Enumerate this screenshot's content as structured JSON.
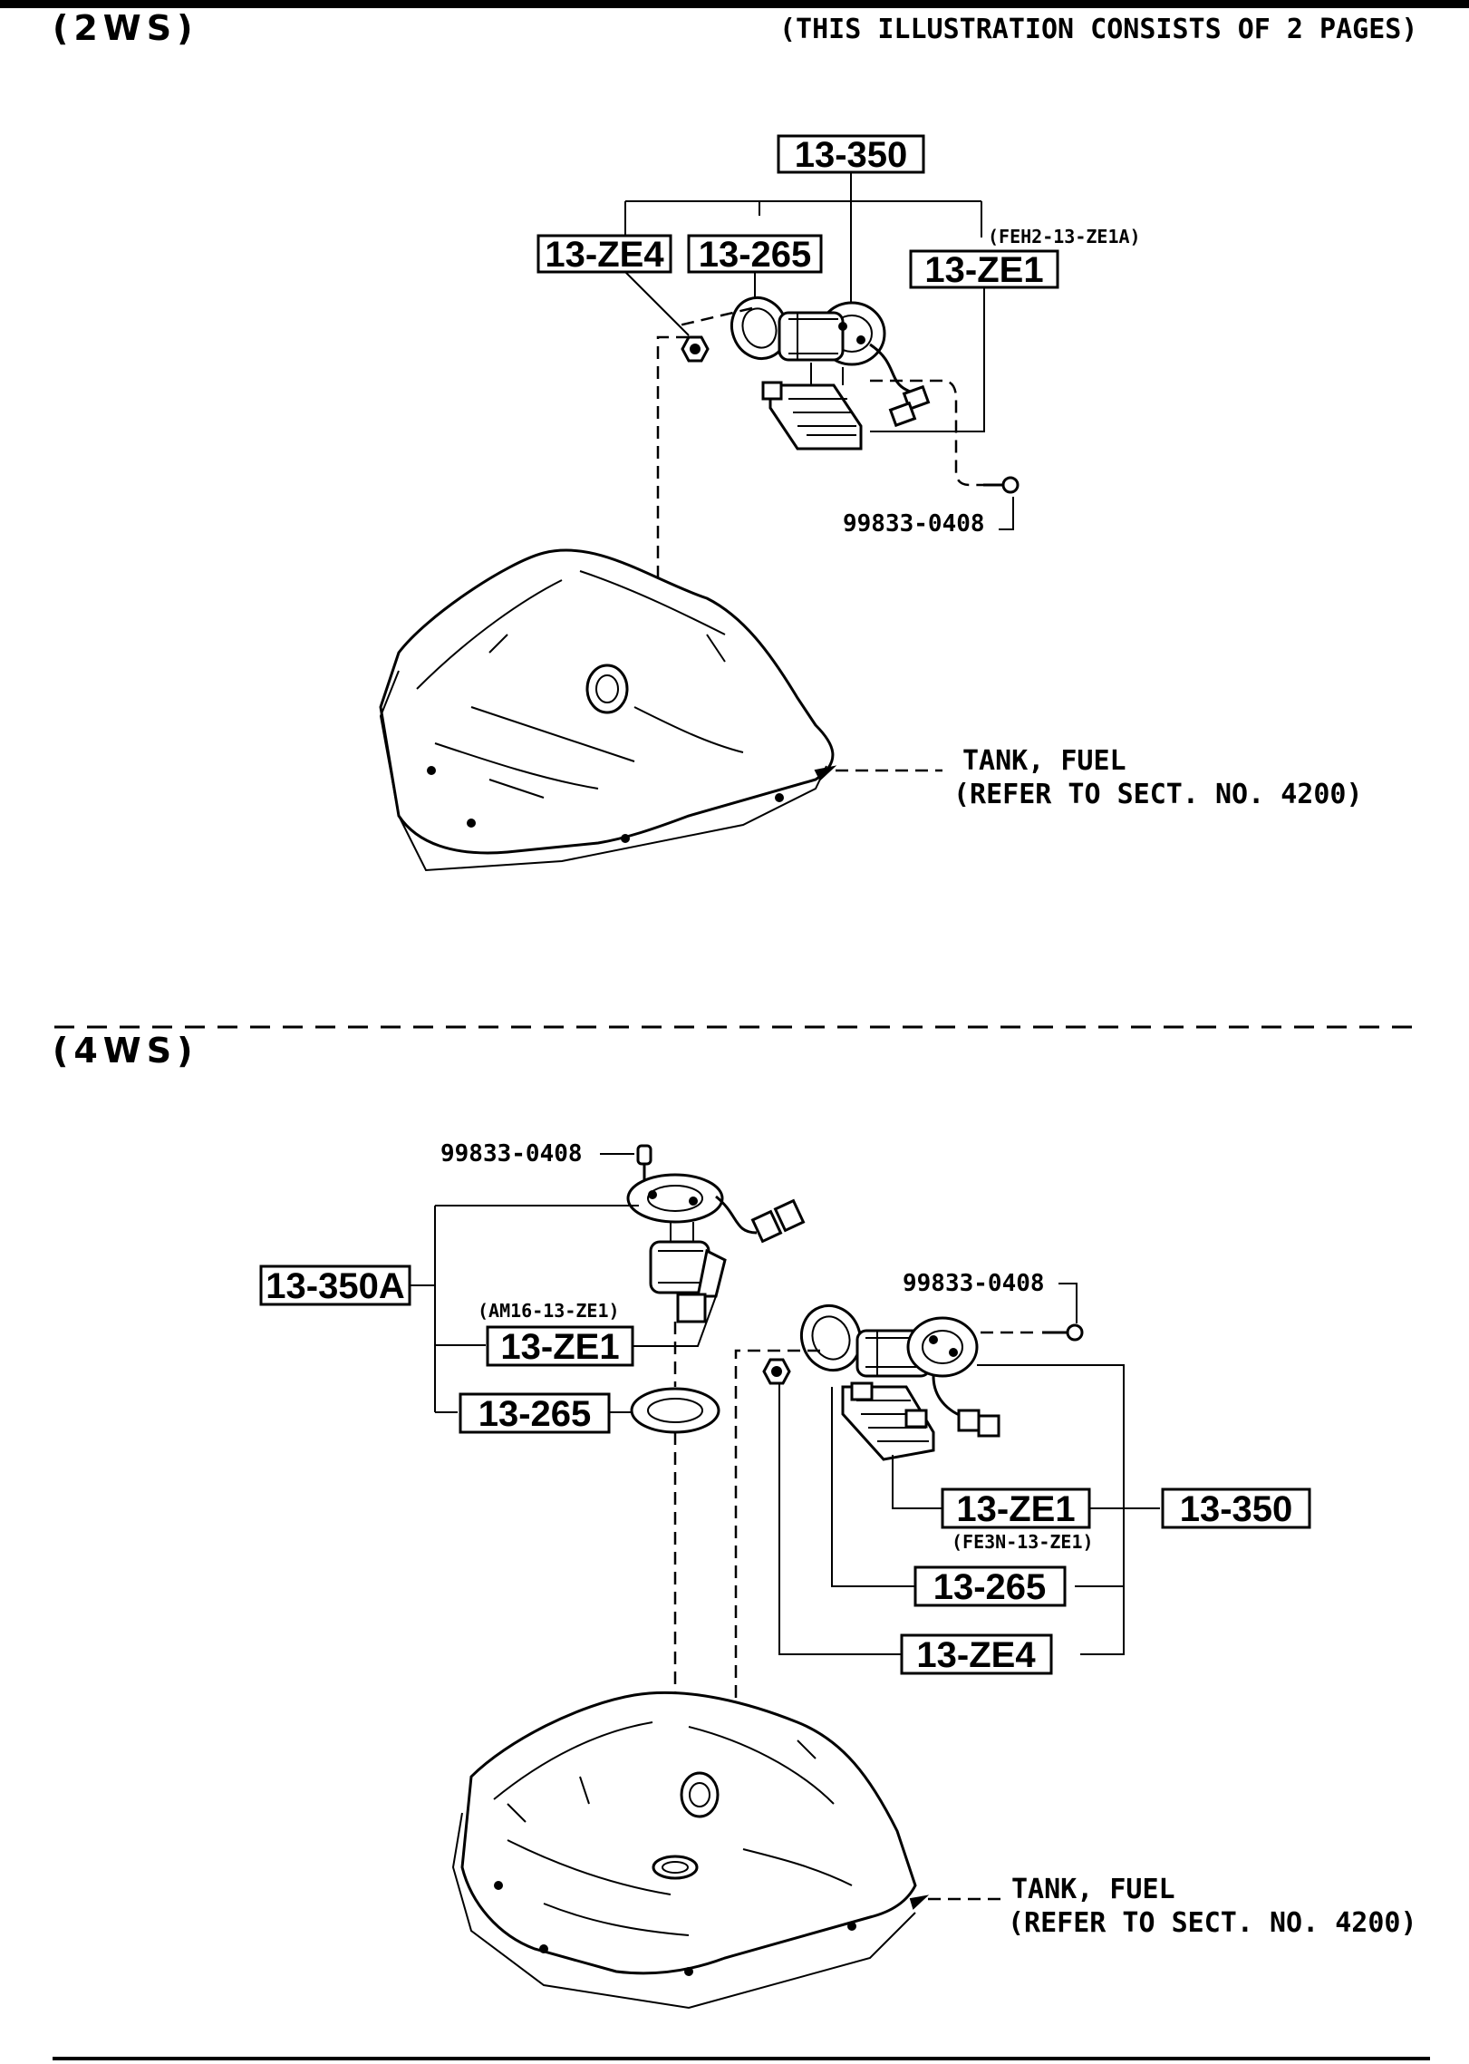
{
  "header": {
    "section_2ws": "(2WS)",
    "note": "(THIS ILLUSTRATION CONSISTS OF  2 PAGES)",
    "section_4ws": "(4WS)"
  },
  "diagram_2ws": {
    "boxes": {
      "pump_assembly": "13-350",
      "ze4": "13-ZE4",
      "gasket": "13-265",
      "ze1": "13-ZE1"
    },
    "ze1_note": "(FEH2-13-ZE1A)",
    "screw": "99833-0408",
    "tank_label": "TANK, FUEL",
    "tank_ref": "(REFER TO SECT. NO. 4200)"
  },
  "diagram_4ws": {
    "left": {
      "screw": "99833-0408",
      "assembly": "13-350A",
      "ze1_note": "(AM16-13-ZE1)",
      "ze1": "13-ZE1",
      "gasket": "13-265"
    },
    "right": {
      "screw": "99833-0408",
      "ze1": "13-ZE1",
      "ze1_note": "(FE3N-13-ZE1)",
      "assembly": "13-350",
      "gasket": "13-265",
      "ze4": "13-ZE4"
    },
    "tank_label": "TANK, FUEL",
    "tank_ref": "(REFER TO SECT. NO. 4200)"
  }
}
